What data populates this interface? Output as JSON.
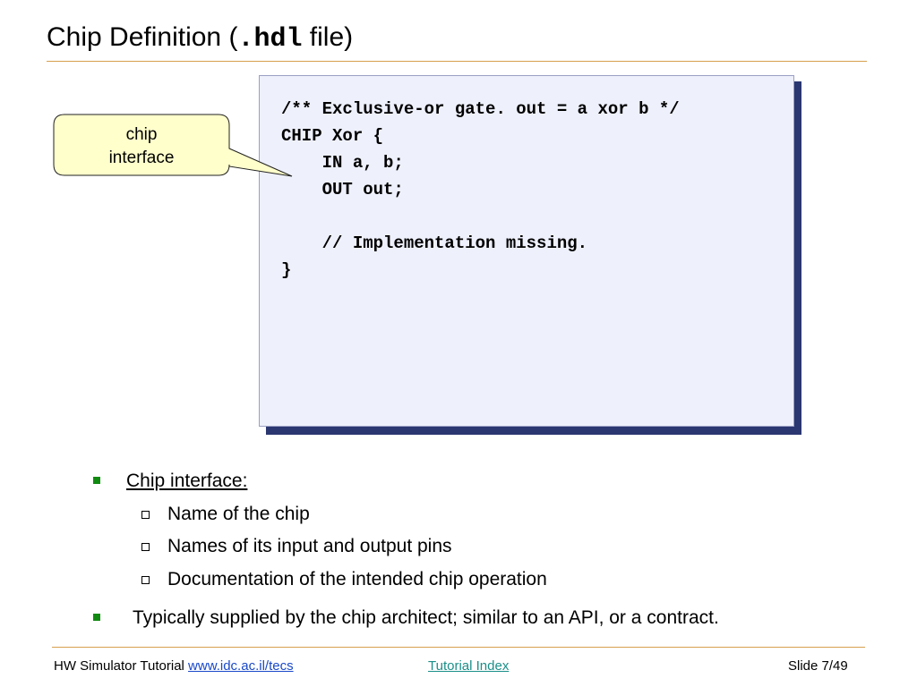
{
  "slide": {
    "title_prefix": "Chip Definition (",
    "title_code": ".hdl",
    "title_suffix": " file)"
  },
  "code_lines": [
    "/** Exclusive-or gate. out = a xor b */",
    "CHIP Xor {",
    "    IN a, b;",
    "    OUT out;",
    "",
    "    // Implementation missing.",
    "}"
  ],
  "callout": {
    "line1": "chip",
    "line2": "interface",
    "fill_color": "#ffffcc"
  },
  "bullets": {
    "main1": "Chip interface:",
    "sub": [
      "Name of the chip",
      "Names of its input and output pins",
      "Documentation of the intended chip operation"
    ],
    "main2": "Typically supplied by the chip architect; similar to an API, or a contract."
  },
  "footer": {
    "left_text": "HW Simulator Tutorial",
    "link_url_text": "www.idc.ac.il/tecs",
    "index_link": "Tutorial Index",
    "slide_number": "Slide 7/49"
  },
  "colors": {
    "rule": "#d7a04e",
    "code_bg": "#eef0fb",
    "code_shadow": "#2b3770",
    "bullet_green": "#118a11"
  }
}
